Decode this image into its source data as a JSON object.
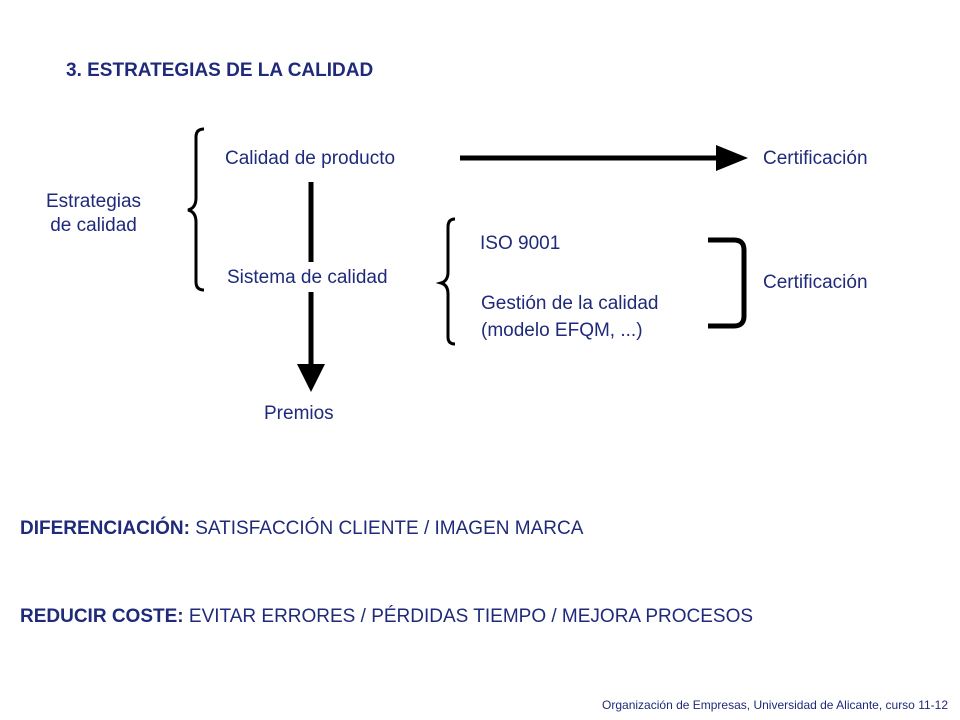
{
  "slide": {
    "title": "3. ESTRATEGIAS DE LA CALIDAD",
    "footer": "Organización de Empresas, Universidad de Alicante, curso 11-12"
  },
  "diagram": {
    "root": {
      "line1": "Estrategias",
      "line2": "de calidad"
    },
    "product_quality": "Calidad de producto",
    "quality_system": "Sistema de calidad",
    "certification_top": "Certificación",
    "iso": "ISO 9001",
    "quality_mgmt": {
      "line1": "Gestión de la calidad",
      "line2": "(modelo EFQM, ...)"
    },
    "certification_right": "Certificación",
    "awards": "Premios"
  },
  "bottom": {
    "differentiation": {
      "key": "DIFERENCIACIÓN",
      "sep": ":",
      "value": " SATISFACCIÓN CLIENTE / IMAGEN MARCA"
    },
    "cost": {
      "key": "REDUCIR COSTE",
      "sep": ":",
      "value": " EVITAR ERRORES / PÉRDIDAS TIEMPO / MEJORA PROCESOS"
    }
  },
  "colors": {
    "text_accent": "#1f2a7a",
    "lines": "#000000"
  }
}
